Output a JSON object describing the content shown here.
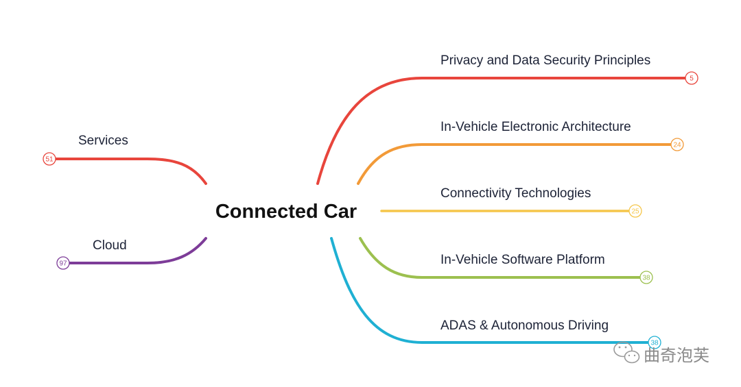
{
  "center": {
    "title": "Connected Car"
  },
  "branches": [
    {
      "id": "privacy",
      "label": "Privacy and Data Security Principles",
      "count": "5",
      "color": "#e8453c"
    },
    {
      "id": "architecture",
      "label": "In-Vehicle Electronic Architecture",
      "count": "24",
      "color": "#f29a38"
    },
    {
      "id": "connectivity",
      "label": "Connectivity Technologies",
      "count": "25",
      "color": "#f5c64a"
    },
    {
      "id": "software",
      "label": "In-Vehicle Software Platform",
      "count": "38",
      "color": "#9cc04f"
    },
    {
      "id": "adas",
      "label": "ADAS & Autonomous Driving",
      "count": "38",
      "color": "#1fb0d3"
    },
    {
      "id": "services",
      "label": "Services",
      "count": "51",
      "color": "#e8453c"
    },
    {
      "id": "cloud",
      "label": "Cloud",
      "count": "97",
      "color": "#7d3c98"
    }
  ],
  "watermark": {
    "text": "曲奇泡芙",
    "icon": "wechat-icon"
  }
}
